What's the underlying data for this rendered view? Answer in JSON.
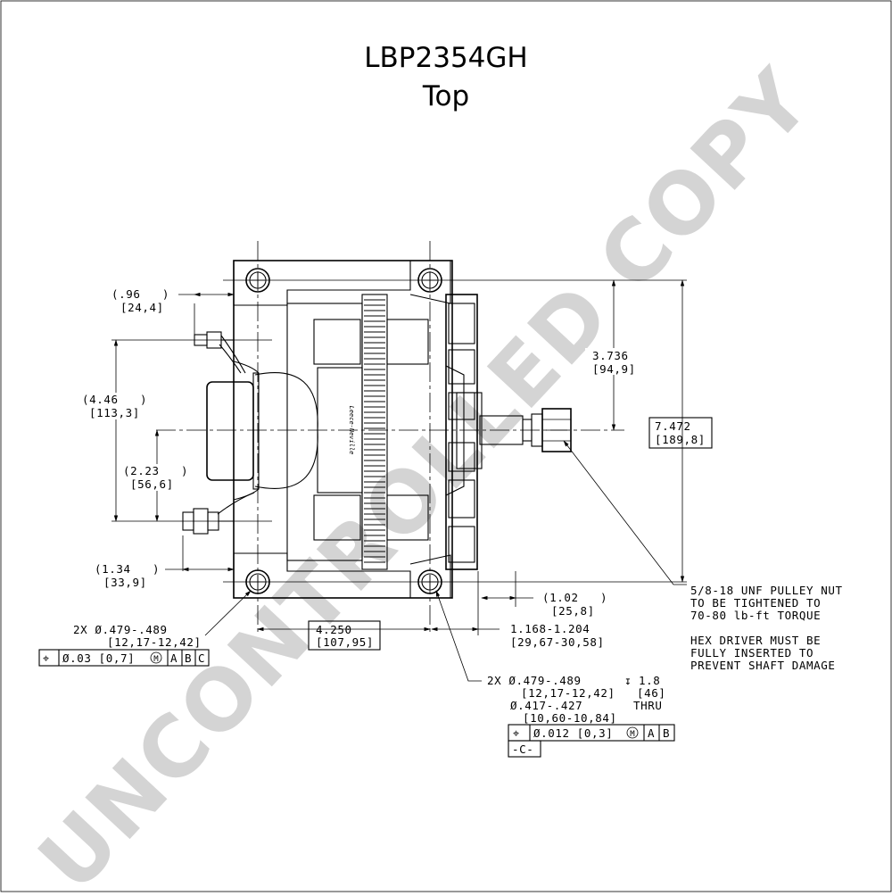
{
  "title": {
    "part_number": "LBP2354GH",
    "view": "Top"
  },
  "watermark": "UNCONTROLLED COPY",
  "logo_text": "Leece-Neville",
  "dimensions": {
    "d096": {
      "in": "(.96   )",
      "mm": "[24,4]"
    },
    "d446": {
      "in": "(4.46   )",
      "mm": "[113,3]"
    },
    "d223": {
      "in": "(2.23   )",
      "mm": "[56,6]"
    },
    "d134": {
      "in": "(1.34   )",
      "mm": "[33,9]"
    },
    "d3736": {
      "in": "3.736",
      "mm": "[94,9]"
    },
    "d7472": {
      "in": "7.472",
      "mm": "[189,8]"
    },
    "d102": {
      "in": "(1.02   )",
      "mm": "[25,8]"
    },
    "d1168": {
      "in": "1.168-1.204",
      "mm": "[29,67-30,58]"
    },
    "d4250": {
      "in": "4.250",
      "mm": "[107,95]"
    }
  },
  "hole_left": {
    "qty_dia": "2X Ø.479-.489",
    "mm": "[12,17-12,42]",
    "fcf": {
      "symbol": "⌖",
      "tol": "Ø.03 [0,7]",
      "modifier": "M",
      "datums": [
        "A",
        "B",
        "C"
      ]
    }
  },
  "hole_right": {
    "qty_dia": "2X Ø.479-.489",
    "depth_symbol": "↧",
    "depth": "1.8",
    "mm": "[12,17-12,42]",
    "depth_mm": "[46]",
    "thru_dia": "Ø.417-.427",
    "thru": "THRU",
    "thru_mm": "[10,60-10,84]",
    "fcf": {
      "symbol": "⌖",
      "tol": "Ø.012 [0,3]",
      "modifier": "M",
      "datums": [
        "A",
        "B"
      ]
    },
    "datum": "-C-"
  },
  "notes": {
    "pulley_nut": [
      "5/8-18 UNF PULLEY NUT",
      "TO BE TIGHTENED TO",
      "70-80 lb-ft TORQUE"
    ],
    "hex_driver": [
      "HEX DRIVER MUST BE",
      "FULLY INSERTED TO",
      "PREVENT SHAFT DAMAGE"
    ]
  }
}
